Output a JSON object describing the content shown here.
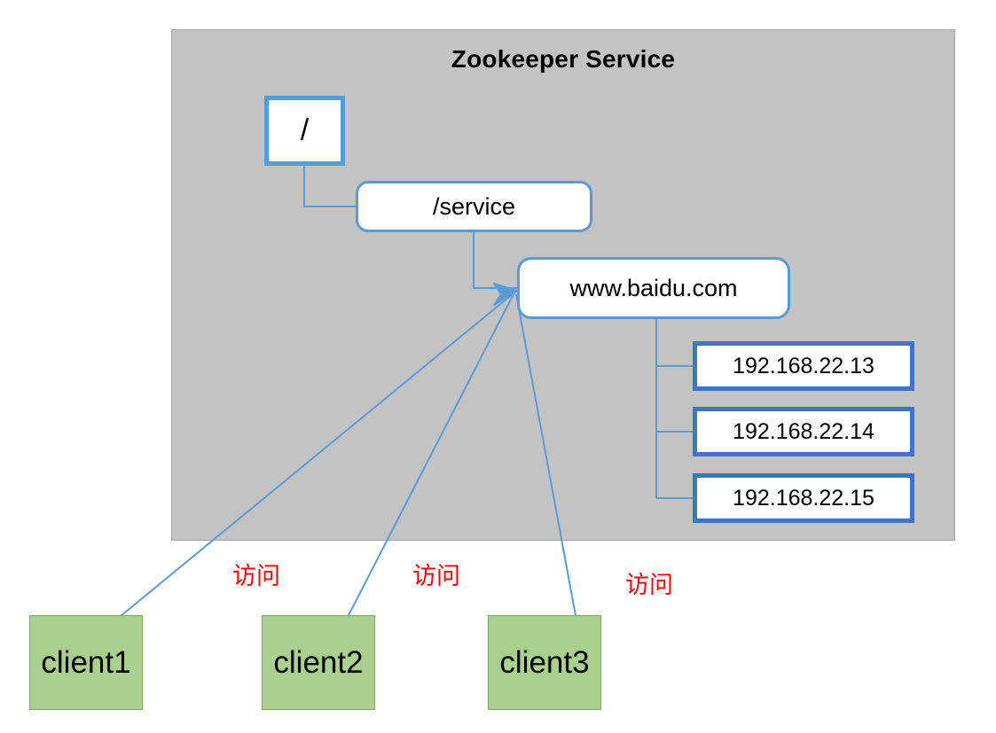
{
  "diagram": {
    "title": "Zookeeper Service",
    "panel": {
      "fill_color": "#c3c3c3",
      "border_color": "#a6a6a6"
    },
    "tree": {
      "root": {
        "label": "/",
        "border_color": "#5b9bd5"
      },
      "service": {
        "label": "/service",
        "border_color": "#5b9bd5"
      },
      "domain": {
        "label": "www.baidu.com",
        "border_color": "#5b9bd5"
      },
      "ips": [
        {
          "label": "192.168.22.13",
          "border_color": "#4472c4"
        },
        {
          "label": "192.168.22.14",
          "border_color": "#4472c4"
        },
        {
          "label": "192.168.22.15",
          "border_color": "#4472c4"
        }
      ]
    },
    "clients": [
      {
        "label": "client1",
        "fill_color": "#a9d08e"
      },
      {
        "label": "client2",
        "fill_color": "#a9d08e"
      },
      {
        "label": "client3",
        "fill_color": "#a9d08e"
      }
    ],
    "access_labels": [
      {
        "text": "访问",
        "color": "#ff0000"
      },
      {
        "text": "访问",
        "color": "#ff0000"
      },
      {
        "text": "访问",
        "color": "#ff0000"
      }
    ],
    "connector_color": "#5b9bd5"
  }
}
